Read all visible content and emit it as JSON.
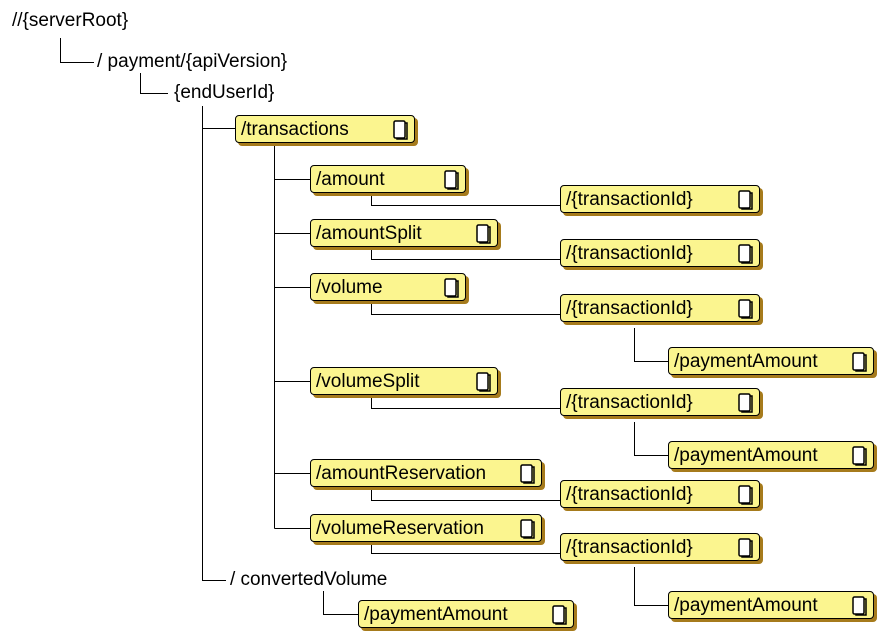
{
  "diagram": {
    "root_label": "//{serverRoot}",
    "api_label": "/ payment/{apiVersion}",
    "user_label": "{endUserId}",
    "converted_label": "/ convertedVolume",
    "resources": {
      "transactions": "/transactions",
      "amount": "/amount",
      "amount_split": "/amountSplit",
      "volume": "/volume",
      "volume_split": "/volumeSplit",
      "amount_reservation": "/amountReservation",
      "volume_reservation": "/volumeReservation",
      "transaction_id": "/{transactionId}",
      "payment_amount": "/paymentAmount"
    },
    "resource_icon": "document-icon",
    "colors": {
      "box_fill": "#fbf58f",
      "box_border": "#000000",
      "box_shadow": "#a67b1c",
      "connector": "#000000"
    }
  }
}
